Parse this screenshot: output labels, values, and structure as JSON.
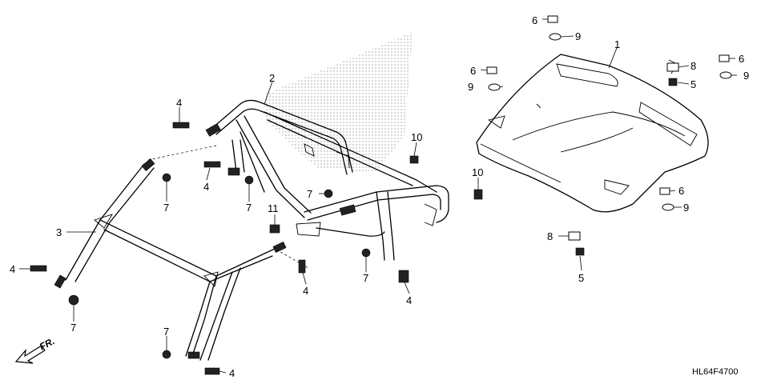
{
  "diagram": {
    "code": "HL64F4700",
    "direction_label": "FR.",
    "callouts": [
      "1",
      "2",
      "3",
      "4",
      "5",
      "6",
      "7",
      "8",
      "9",
      "10",
      "11"
    ]
  }
}
